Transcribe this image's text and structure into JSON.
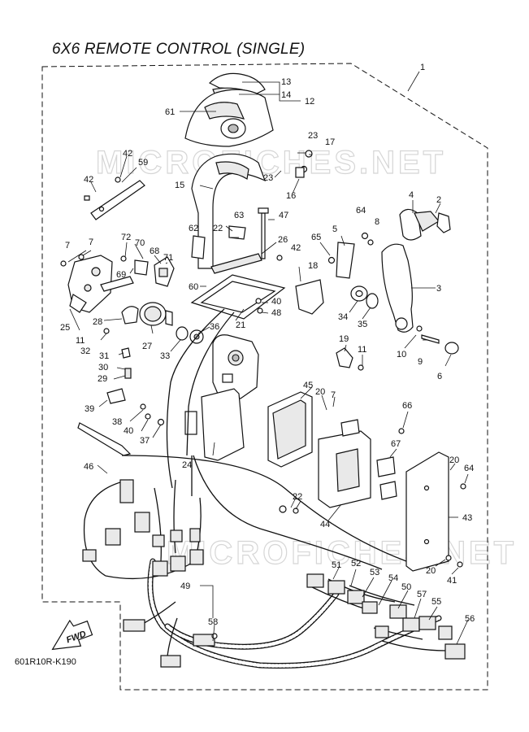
{
  "title": "6X6 REMOTE CONTROL (SINGLE)",
  "diagram_code": "601R10R-K190",
  "fwd_label": "FWD",
  "watermark": "MICROFICHES.NET",
  "callouts": [
    {
      "id": "c1",
      "label": "1"
    },
    {
      "id": "c2",
      "label": "2"
    },
    {
      "id": "c3",
      "label": "3"
    },
    {
      "id": "c4",
      "label": "4"
    },
    {
      "id": "c5",
      "label": "5"
    },
    {
      "id": "c6",
      "label": "6"
    },
    {
      "id": "c7a",
      "label": "7"
    },
    {
      "id": "c7b",
      "label": "7"
    },
    {
      "id": "c7c",
      "label": "7"
    },
    {
      "id": "c8",
      "label": "8"
    },
    {
      "id": "c9",
      "label": "9"
    },
    {
      "id": "c10",
      "label": "10"
    },
    {
      "id": "c11a",
      "label": "11"
    },
    {
      "id": "c11b",
      "label": "11"
    },
    {
      "id": "c12",
      "label": "12"
    },
    {
      "id": "c13",
      "label": "13"
    },
    {
      "id": "c14",
      "label": "14"
    },
    {
      "id": "c15",
      "label": "15"
    },
    {
      "id": "c16",
      "label": "16"
    },
    {
      "id": "c17",
      "label": "17"
    },
    {
      "id": "c18",
      "label": "18"
    },
    {
      "id": "c19",
      "label": "19"
    },
    {
      "id": "c20a",
      "label": "20"
    },
    {
      "id": "c20b",
      "label": "20"
    },
    {
      "id": "c20c",
      "label": "20"
    },
    {
      "id": "c21",
      "label": "21"
    },
    {
      "id": "c22a",
      "label": "22"
    },
    {
      "id": "c22b",
      "label": "22"
    },
    {
      "id": "c23a",
      "label": "23"
    },
    {
      "id": "c23b",
      "label": "23"
    },
    {
      "id": "c24",
      "label": "24"
    },
    {
      "id": "c25",
      "label": "25"
    },
    {
      "id": "c26",
      "label": "26"
    },
    {
      "id": "c27",
      "label": "27"
    },
    {
      "id": "c28",
      "label": "28"
    },
    {
      "id": "c29",
      "label": "29"
    },
    {
      "id": "c30",
      "label": "30"
    },
    {
      "id": "c31",
      "label": "31"
    },
    {
      "id": "c32",
      "label": "32"
    },
    {
      "id": "c33",
      "label": "33"
    },
    {
      "id": "c34",
      "label": "34"
    },
    {
      "id": "c35",
      "label": "35"
    },
    {
      "id": "c36",
      "label": "36"
    },
    {
      "id": "c37",
      "label": "37"
    },
    {
      "id": "c38",
      "label": "38"
    },
    {
      "id": "c39",
      "label": "39"
    },
    {
      "id": "c40a",
      "label": "40"
    },
    {
      "id": "c40b",
      "label": "40"
    },
    {
      "id": "c41",
      "label": "41"
    },
    {
      "id": "c42a",
      "label": "42"
    },
    {
      "id": "c42b",
      "label": "42"
    },
    {
      "id": "c42c",
      "label": "42"
    },
    {
      "id": "c43",
      "label": "43"
    },
    {
      "id": "c44",
      "label": "44"
    },
    {
      "id": "c45",
      "label": "45"
    },
    {
      "id": "c46",
      "label": "46"
    },
    {
      "id": "c47",
      "label": "47"
    },
    {
      "id": "c48",
      "label": "48"
    },
    {
      "id": "c49",
      "label": "49"
    },
    {
      "id": "c50",
      "label": "50"
    },
    {
      "id": "c51",
      "label": "51"
    },
    {
      "id": "c52",
      "label": "52"
    },
    {
      "id": "c53",
      "label": "53"
    },
    {
      "id": "c54",
      "label": "54"
    },
    {
      "id": "c55",
      "label": "55"
    },
    {
      "id": "c56",
      "label": "56"
    },
    {
      "id": "c57",
      "label": "57"
    },
    {
      "id": "c58",
      "label": "58"
    },
    {
      "id": "c59",
      "label": "59"
    },
    {
      "id": "c60",
      "label": "60"
    },
    {
      "id": "c61",
      "label": "61"
    },
    {
      "id": "c62",
      "label": "62"
    },
    {
      "id": "c63",
      "label": "63"
    },
    {
      "id": "c64a",
      "label": "64"
    },
    {
      "id": "c64b",
      "label": "64"
    },
    {
      "id": "c65",
      "label": "65"
    },
    {
      "id": "c66",
      "label": "66"
    },
    {
      "id": "c67",
      "label": "67"
    },
    {
      "id": "c68",
      "label": "68"
    },
    {
      "id": "c69",
      "label": "69"
    },
    {
      "id": "c70",
      "label": "70"
    },
    {
      "id": "c71",
      "label": "71"
    },
    {
      "id": "c72",
      "label": "72"
    }
  ]
}
